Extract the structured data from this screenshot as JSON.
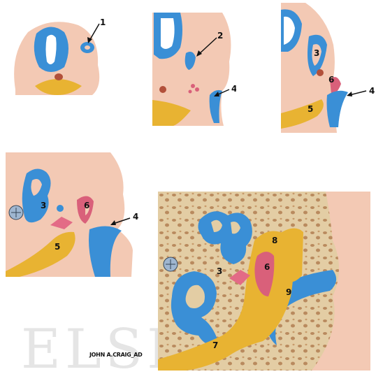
{
  "labels": {
    "p1_1": "1",
    "p2_2": "2",
    "p2_4": "4",
    "p3_3": "3",
    "p3_6": "6",
    "p3_5": "5",
    "p3_4": "4",
    "p4_3": "3",
    "p4_6": "6",
    "p4_5": "5",
    "p4_4": "4",
    "p5_8": "8",
    "p5_6": "6",
    "p5_3": "3",
    "p5_9": "9",
    "p5_7": "7"
  },
  "watermark": "ELSEVIER",
  "signature": "JOHN A.CRAIG_AD",
  "colors": {
    "skin": "#f3c9b4",
    "cartilage_blue": "#3a8fd6",
    "bone_yellow": "#e8b332",
    "pink": "#d9607a",
    "bone_tan": "#e3cda4"
  }
}
